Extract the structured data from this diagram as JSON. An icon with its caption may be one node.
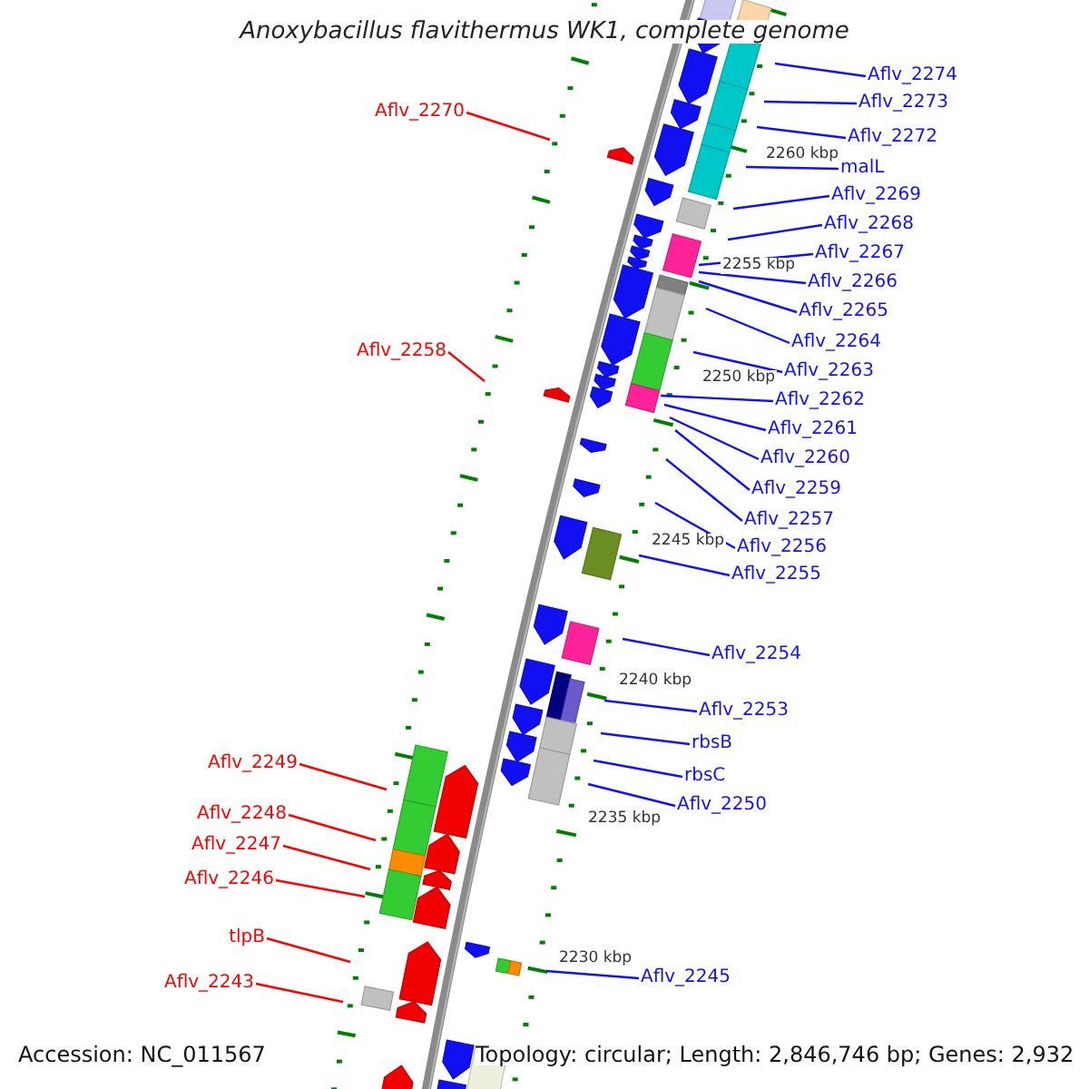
{
  "diagram": {
    "title": "Anoxybacillus flavithermus WK1, complete genome",
    "nodes": [
      {
        "text": [
          "Aflv_2274"
        ]
      },
      {
        "text": [
          "Aflv_2273"
        ]
      },
      {
        "text": [
          "Aflv_2272"
        ]
      },
      {
        "text": [
          "malL"
        ]
      },
      {
        "text": [
          "Aflv_2269"
        ]
      },
      {
        "text": [
          "Aflv_2268"
        ]
      },
      {
        "text": [
          "Aflv_2267"
        ]
      },
      {
        "text": [
          "Aflv_2266"
        ]
      },
      {
        "text": [
          "Aflv_2265"
        ]
      },
      {
        "text": [
          "Aflv_2264"
        ]
      },
      {
        "text": [
          "Aflv_2263"
        ]
      },
      {
        "text": [
          "Aflv_2262"
        ]
      },
      {
        "text": [
          "Aflv_2261"
        ]
      },
      {
        "text": [
          "Aflv_2260"
        ]
      },
      {
        "text": [
          "Aflv_2259"
        ]
      },
      {
        "text": [
          "Aflv_2257"
        ]
      },
      {
        "text": [
          "Aflv_2256"
        ]
      },
      {
        "text": [
          "Aflv_2255"
        ]
      },
      {
        "text": [
          "Aflv_2254"
        ]
      },
      {
        "text": [
          "Aflv_2253"
        ]
      },
      {
        "text": [
          "rbsB"
        ]
      },
      {
        "text": [
          "rbsC"
        ]
      },
      {
        "text": [
          "Aflv_2250"
        ]
      },
      {
        "text": [
          "Aflv_2245"
        ]
      },
      {
        "text": [
          "Aflv_2270"
        ]
      },
      {
        "text": [
          "Aflv_2258"
        ]
      },
      {
        "text": [
          "Aflv_2249"
        ]
      },
      {
        "text": [
          "Aflv_2248"
        ]
      },
      {
        "text": [
          "Aflv_2247"
        ]
      },
      {
        "text": [
          "Aflv_2246"
        ]
      },
      {
        "text": [
          "tlpB"
        ]
      },
      {
        "text": [
          "Aflv_2243"
        ]
      }
    ],
    "edges": [
      {
        "from": 0,
        "to": null,
        "arrow": "none"
      },
      {
        "from": 1,
        "to": null,
        "arrow": "none"
      },
      {
        "from": 2,
        "to": null,
        "arrow": "none"
      },
      {
        "from": 3,
        "to": null,
        "arrow": "none"
      },
      {
        "from": 4,
        "to": null,
        "arrow": "none"
      },
      {
        "from": 5,
        "to": null,
        "arrow": "none"
      },
      {
        "from": 6,
        "to": null,
        "arrow": "none"
      },
      {
        "from": 7,
        "to": null,
        "arrow": "none"
      },
      {
        "from": 8,
        "to": null,
        "arrow": "none"
      },
      {
        "from": 9,
        "to": null,
        "arrow": "none"
      },
      {
        "from": 10,
        "to": null,
        "arrow": "none"
      },
      {
        "from": 11,
        "to": null,
        "arrow": "none"
      },
      {
        "from": 12,
        "to": null,
        "arrow": "none"
      },
      {
        "from": 13,
        "to": null,
        "arrow": "none"
      },
      {
        "from": 14,
        "to": null,
        "arrow": "none"
      },
      {
        "from": 15,
        "to": null,
        "arrow": "none"
      },
      {
        "from": 16,
        "to": null,
        "arrow": "none"
      },
      {
        "from": 17,
        "to": null,
        "arrow": "none"
      },
      {
        "from": 18,
        "to": null,
        "arrow": "none"
      },
      {
        "from": 19,
        "to": null,
        "arrow": "none"
      },
      {
        "from": 20,
        "to": null,
        "arrow": "none"
      },
      {
        "from": 21,
        "to": null,
        "arrow": "none"
      },
      {
        "from": 22,
        "to": null,
        "arrow": "none"
      },
      {
        "from": 23,
        "to": null,
        "arrow": "none"
      },
      {
        "from": 24,
        "to": null,
        "arrow": "none",
        "color": "#ff0000"
      },
      {
        "from": 25,
        "to": null,
        "arrow": "none",
        "color": "#ff0000"
      },
      {
        "from": 26,
        "to": null,
        "arrow": "none",
        "color": "#ff0000"
      },
      {
        "from": 27,
        "to": null,
        "arrow": "none",
        "color": "#ff0000"
      },
      {
        "from": 28,
        "to": null,
        "arrow": "none",
        "color": "#ff0000"
      },
      {
        "from": 29,
        "to": null,
        "arrow": "none",
        "color": "#ff0000"
      },
      {
        "from": 30,
        "to": null,
        "arrow": "none",
        "color": "#ff0000"
      },
      {
        "from": 31,
        "to": null,
        "arrow": "none",
        "color": "#ff0000"
      }
    ],
    "labels": [
      "2260 kbp",
      "2255 kbp",
      "2250 kbp",
      "2245 kbp",
      "2240 kbp",
      "2235 kbp",
      "2230 kbp",
      "Accession: NC_011567",
      "Topology: circular; Length: 2,846,746 bp; Genes: 2,932"
    ]
  }
}
